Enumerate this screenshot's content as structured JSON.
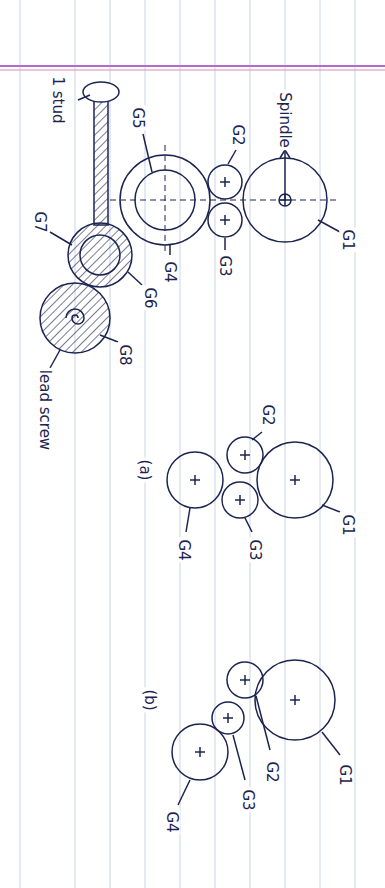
{
  "diagram": {
    "labels": [
      "1 stud",
      "G5",
      "Spindle",
      "G2",
      "G3",
      "G1",
      "G4",
      "G7",
      "G6",
      "G8",
      "lead screw",
      "G2",
      "G1",
      "G3",
      "G4",
      "(a)",
      "(b)",
      "G2",
      "G1",
      "G3",
      "G4"
    ]
  }
}
